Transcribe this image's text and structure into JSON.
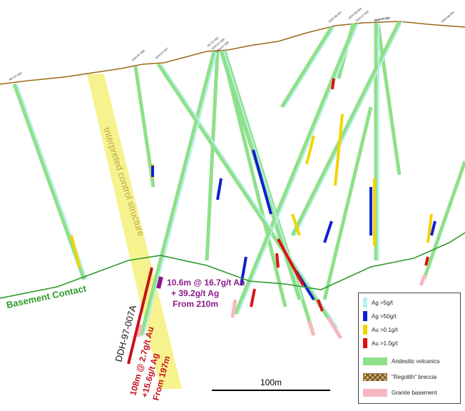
{
  "holes": [
    "RC-07-002",
    "DDH-97-008",
    "DDH-97-007",
    "RC-07-001",
    "DDH-97-005",
    "DDH-97-006",
    "DDH-08-001",
    "DDH-08-003",
    "DDH-07-019",
    "DDH-07-021",
    "DDH-08-004"
  ],
  "labels": {
    "structure": "Interpreted control structure",
    "basement": "Basement Contact",
    "hole_main": "DDH-97-007A",
    "int1_line1": "10.6m @ 16.7g/t Au",
    "int1_line2": "+ 39.2g/t Ag",
    "int1_line3": "From 210m",
    "int2_line1": "108m @ 2.7g/t Au",
    "int2_line2": "+15.6g/t Ag",
    "int2_line3": "From 197m",
    "scale": "100m"
  },
  "legend": {
    "ag5": "Ag >5g/t",
    "ag50": "Ag >50g/t",
    "au01": "Au >0.1g/t",
    "au1": "Au >1.0g/t",
    "andesitic": "Andesitic volcanics",
    "regolith": "\"Regolith\" breccia",
    "granite": "Granite basement"
  },
  "colors": {
    "topography": "#9a6a1a",
    "basement": "#2f9a2a",
    "structure": "#f4f07a",
    "andesite": "#8fe08a",
    "ag5": "#b9f0ee",
    "ag50": "#1020d0",
    "au01": "#f2d400",
    "au1": "#e01010",
    "granite": "#f6b8c0",
    "purple": "#8b1a8b",
    "red_text": "#c8101a"
  }
}
